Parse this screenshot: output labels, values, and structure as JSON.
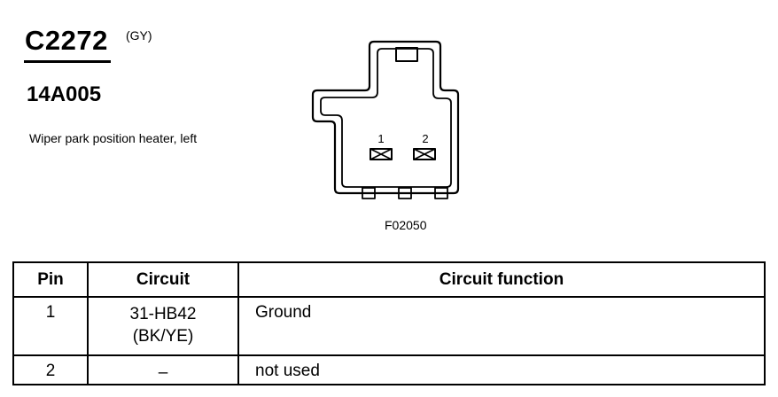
{
  "connector": {
    "id": "C2272",
    "color_code": "(GY)",
    "part_number": "14A005",
    "description": "Wiper park position heater, left"
  },
  "diagram": {
    "pin_labels": [
      "1",
      "2"
    ],
    "figure_id": "F02050"
  },
  "table": {
    "headers": {
      "pin": "Pin",
      "circuit": "Circuit",
      "function": "Circuit function"
    },
    "rows": [
      {
        "pin": "1",
        "circuit_code": "31-HB42",
        "circuit_color": "(BK/YE)",
        "function": "Ground"
      },
      {
        "pin": "2",
        "circuit_code": "–",
        "circuit_color": "",
        "function": "not used"
      }
    ]
  }
}
